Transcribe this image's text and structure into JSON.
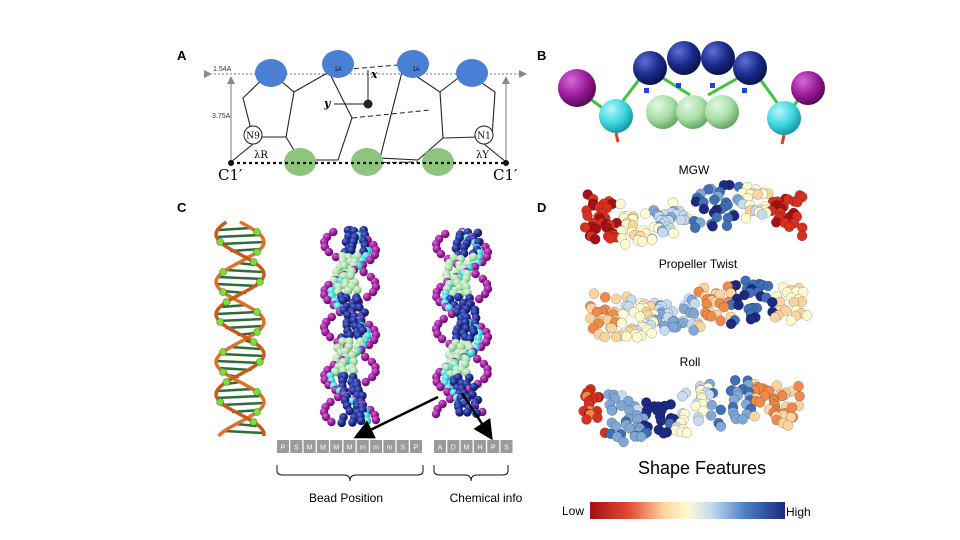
{
  "panels": {
    "a": {
      "letter": "A",
      "dist_h": "1.54A",
      "dist_v": "3.75A",
      "bead_1a_left": "1A",
      "bead_1a_right": "1A",
      "axis_x": "x",
      "axis_y": "y",
      "n9": "N9",
      "n1": "N1",
      "lambda_r": "λR",
      "lambda_y": "λY",
      "c1_left": "C1′",
      "c1_right": "C1′"
    },
    "b": {
      "letter": "B"
    },
    "c": {
      "letter": "C",
      "bead_codes": [
        "P",
        "S",
        "M",
        "M",
        "M",
        "M",
        "m",
        "m",
        "m",
        "S",
        "P"
      ],
      "chem_codes": [
        "A",
        "D",
        "M",
        "H",
        "P",
        "S"
      ],
      "bead_position_label": "Bead Position",
      "chemical_info_label": "Chemical info"
    },
    "d": {
      "letter": "D",
      "mgw": "MGW",
      "propeller": "Propeller Twist",
      "roll": "Roll",
      "shape_features": "Shape Features",
      "low": "Low",
      "high": "High"
    }
  },
  "colors": {
    "blue_bead": "#4a7fd4",
    "green_bead": "#8dc57e",
    "navy": "#1b2a8a",
    "magenta": "#9b1a9b",
    "cyan": "#3fd6e0",
    "palegreen": "#a8dfa8",
    "strand_orange": "#e0702a",
    "ladder_green": "#2e6b3a"
  }
}
